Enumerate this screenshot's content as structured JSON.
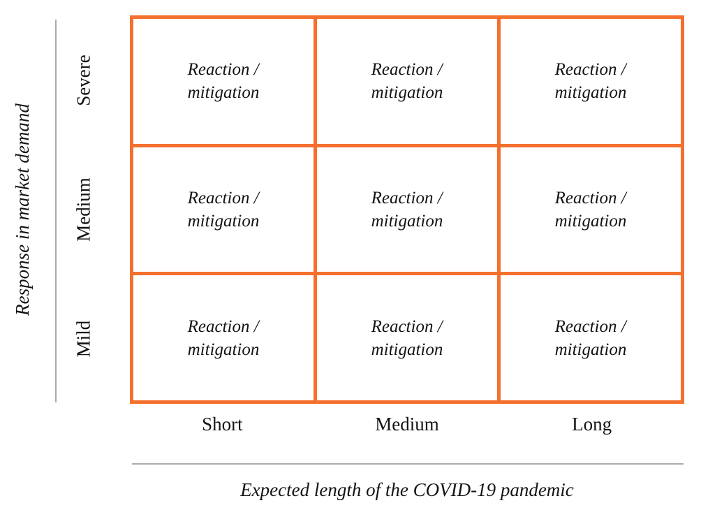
{
  "y_axis": {
    "title": "Response in market demand",
    "labels": [
      "Severe",
      "Medium",
      "Mild"
    ]
  },
  "x_axis": {
    "title": "Expected length of the COVID-19 pandemic",
    "labels": [
      "Short",
      "Medium",
      "Long"
    ]
  },
  "cells": [
    [
      "Reaction /\nmitigation",
      "Reaction /\nmitigation",
      "Reaction /\nmitigation"
    ],
    [
      "Reaction /\nmitigation",
      "Reaction /\nmitigation",
      "Reaction /\nmitigation"
    ],
    [
      "Reaction /\nmitigation",
      "Reaction /\nmitigation",
      "Reaction /\nmitigation"
    ]
  ],
  "colors": {
    "grid_border": "#F4702F",
    "axis_line": "#ababab",
    "text": "#141414"
  }
}
